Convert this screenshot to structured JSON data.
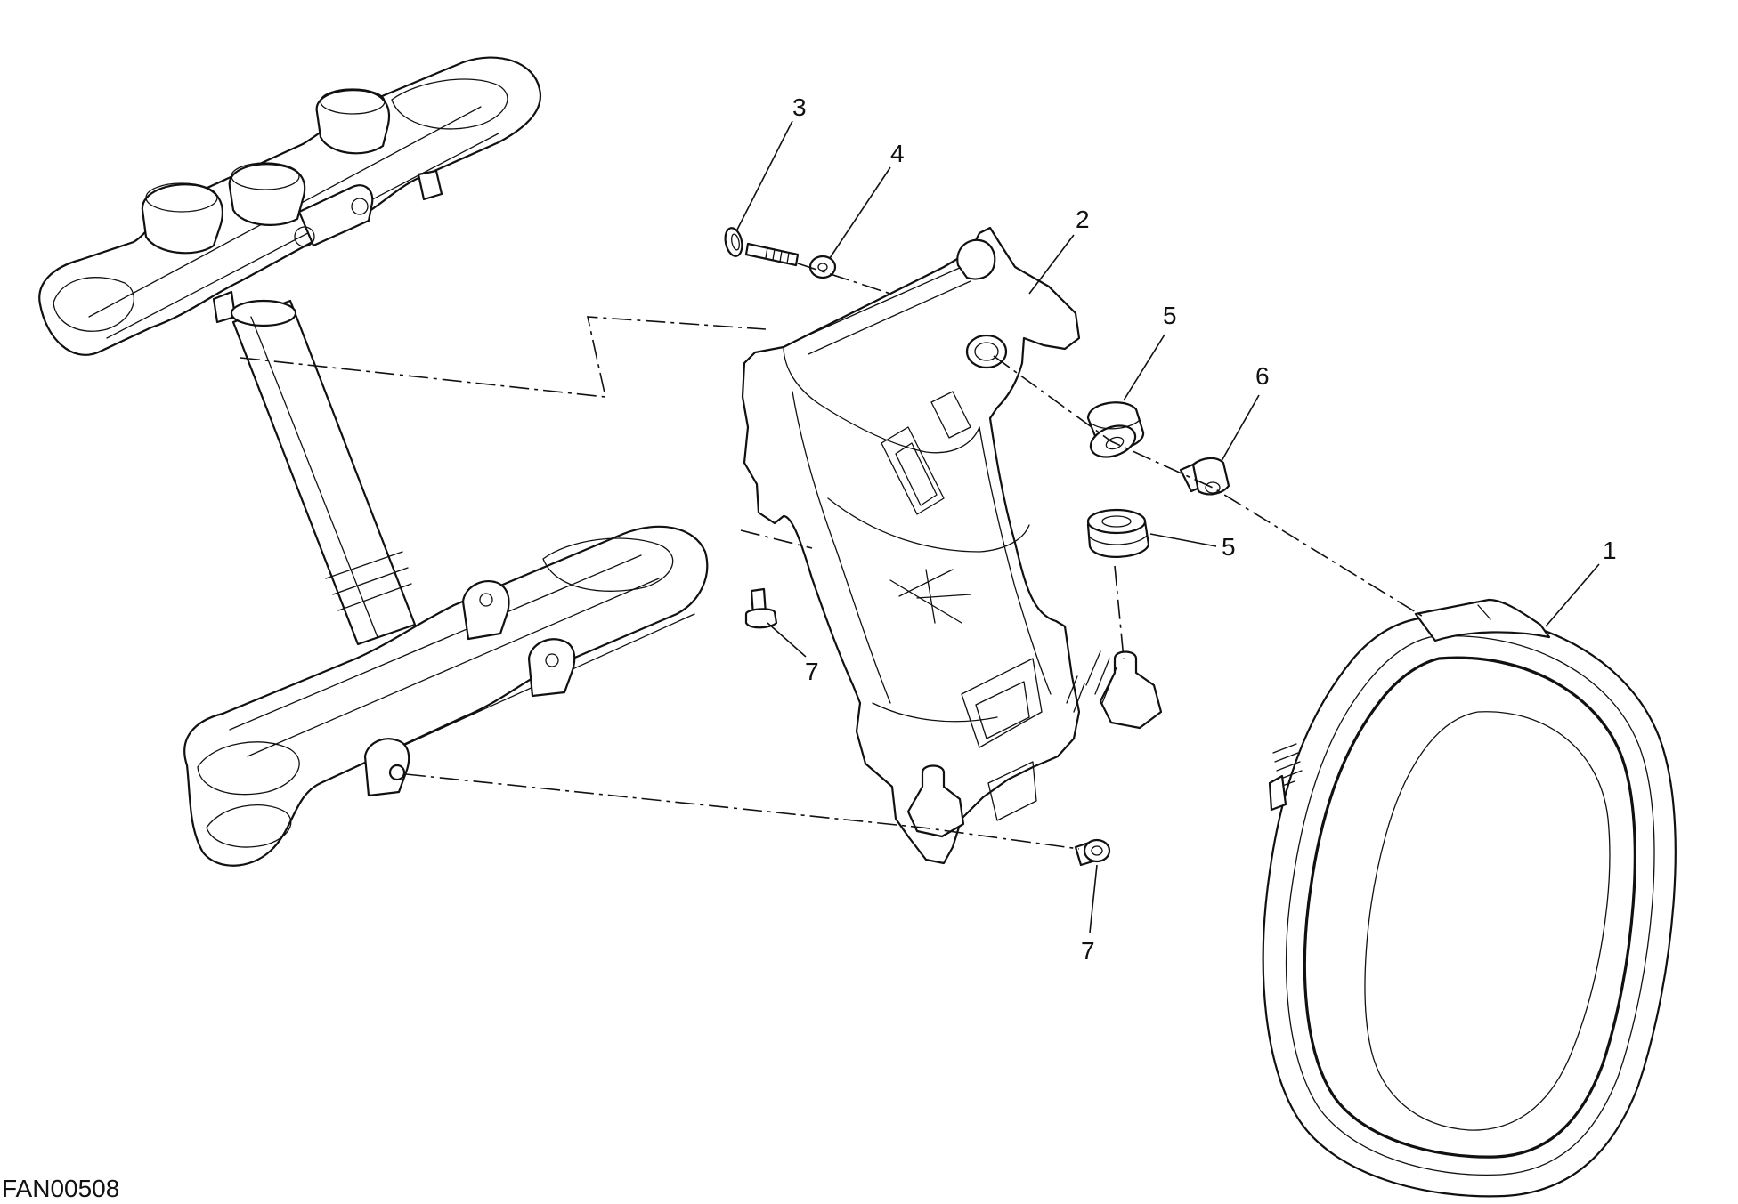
{
  "diagram": {
    "code": "FAN00508",
    "callouts": {
      "headlight": "1",
      "bracket": "2",
      "screw": "3",
      "washer": "4",
      "grommet_upper": "5",
      "bushing": "6",
      "bolt_left": "7",
      "grommet_lower": "5",
      "bolt_lower": "7"
    }
  }
}
